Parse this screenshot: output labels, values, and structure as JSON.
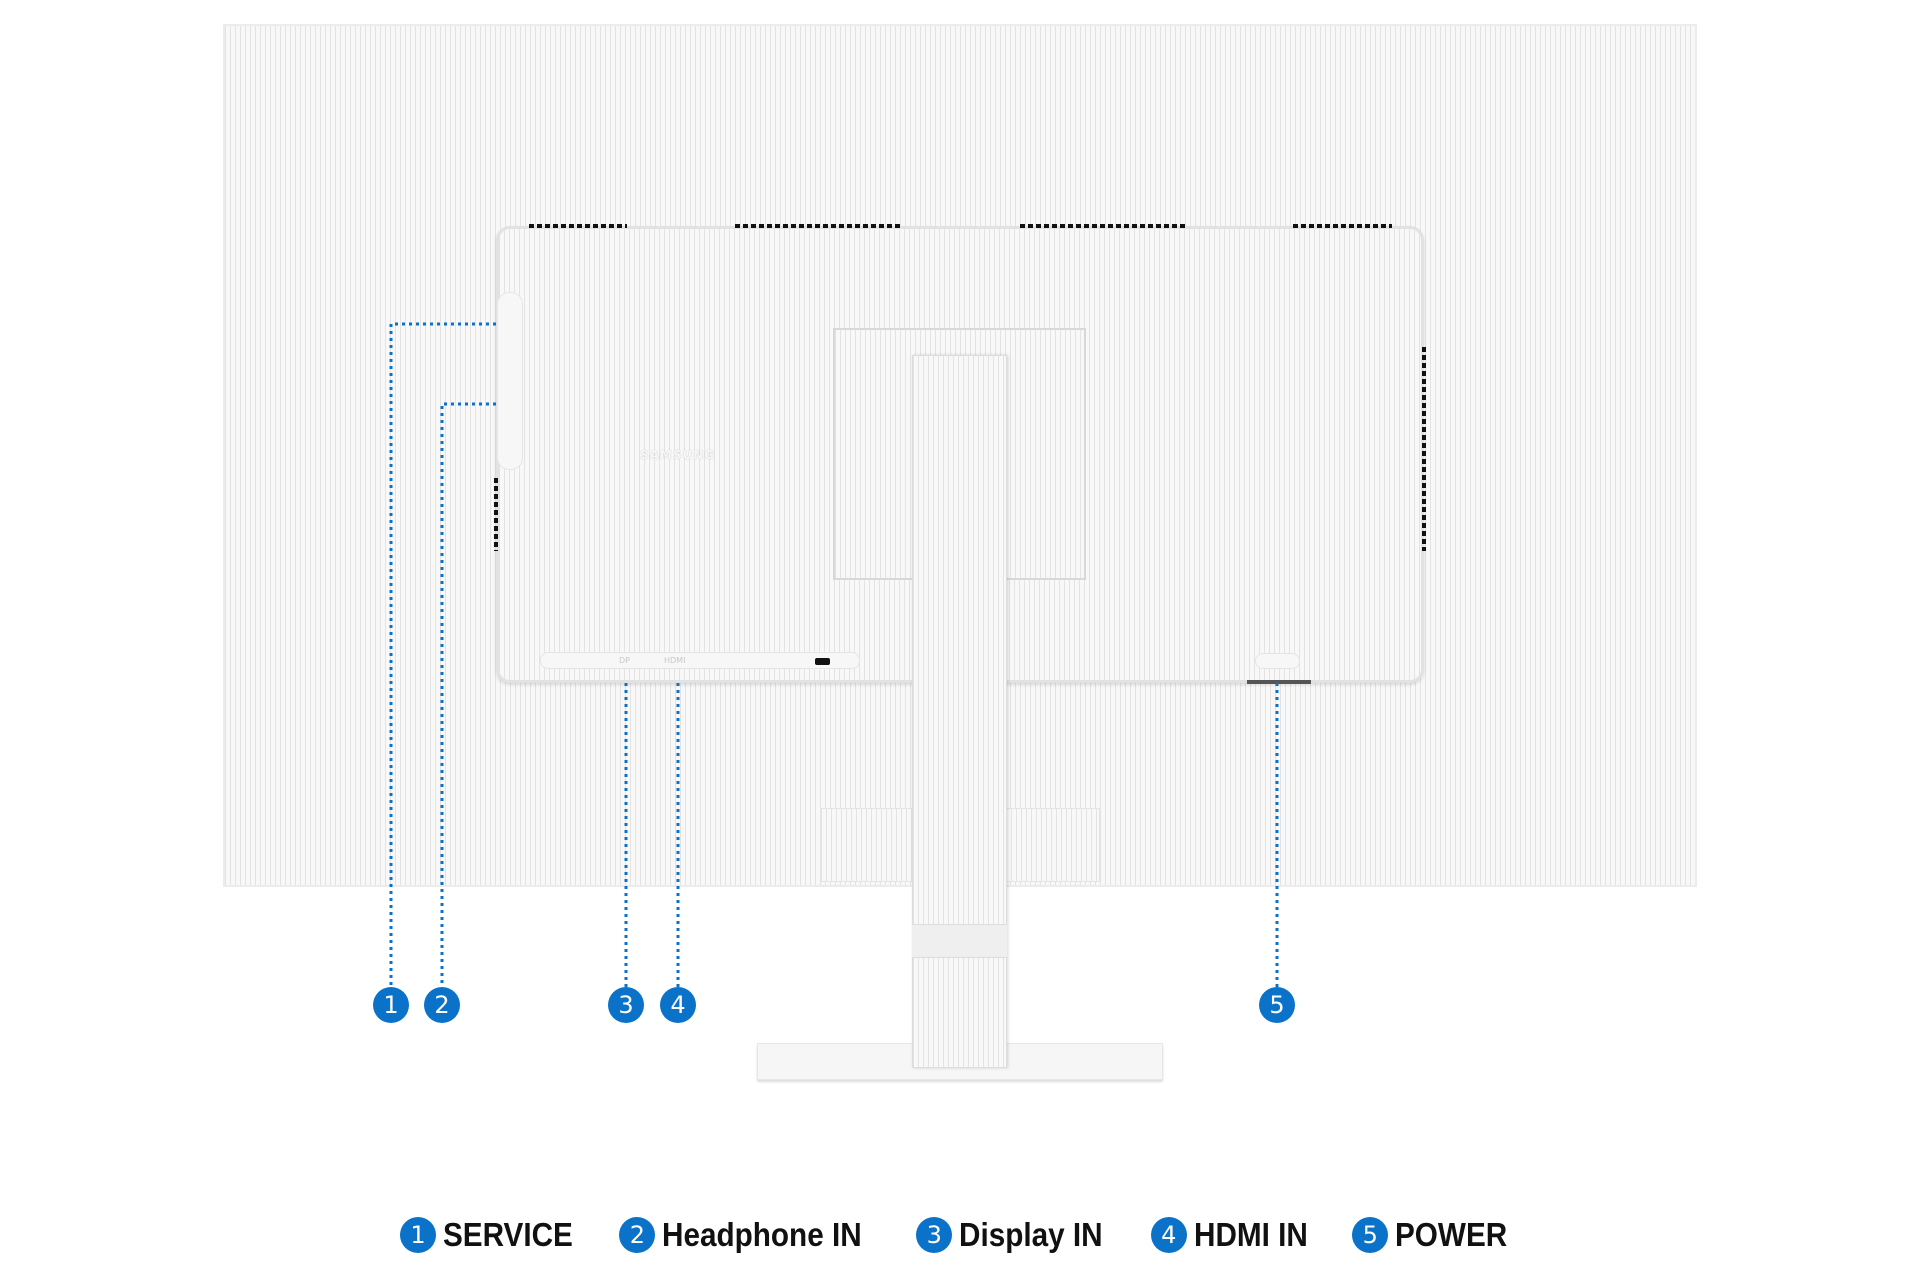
{
  "brand_logo": "SAMSUNG",
  "port_labels": {
    "dp": "DP",
    "hdmi": "HDMI"
  },
  "accent_color": "#0a72c9",
  "callouts": [
    {
      "number": "1",
      "label": "SERVICE"
    },
    {
      "number": "2",
      "label": "Headphone IN"
    },
    {
      "number": "3",
      "label": "Display IN"
    },
    {
      "number": "4",
      "label": "HDMI IN"
    },
    {
      "number": "5",
      "label": "POWER"
    }
  ]
}
